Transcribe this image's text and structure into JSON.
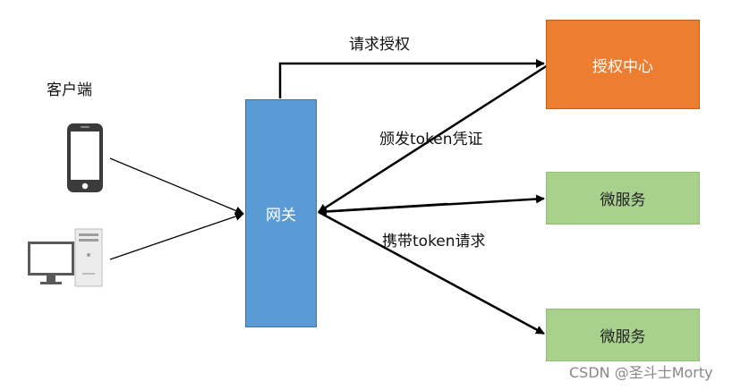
{
  "client": {
    "label": "客户端",
    "phone_icon": "smartphone-icon",
    "pc_icon": "desktop-computer-icon"
  },
  "gateway": {
    "label": "网关"
  },
  "auth_center": {
    "label": "授权中心"
  },
  "microservices": [
    {
      "label": "微服务"
    },
    {
      "label": "微服务"
    }
  ],
  "edges": {
    "request_auth": "请求授权",
    "issue_token": "颁发token凭证",
    "carry_token": "携带token请求"
  },
  "watermark": "CSDN @圣斗士Morty",
  "colors": {
    "gateway": "#5b9bd5",
    "auth_center": "#ed7d31",
    "microservice": "#a9d18e"
  }
}
